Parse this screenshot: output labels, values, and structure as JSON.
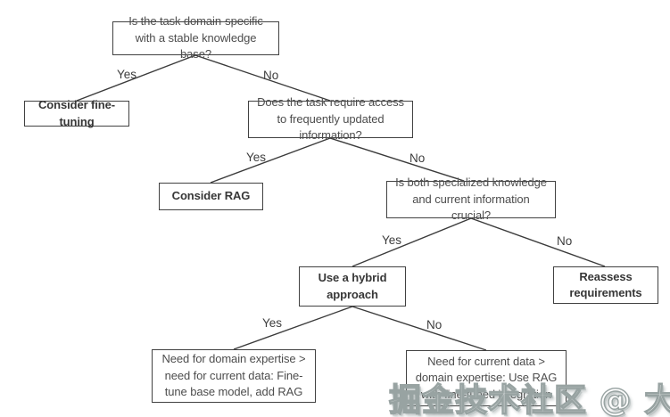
{
  "diagram": {
    "type": "decision-tree-flowchart",
    "nodes": [
      {
        "id": "q1",
        "kind": "question",
        "text": "Is the task domain-specific with a stable knowledge base?"
      },
      {
        "id": "fine_tuning",
        "kind": "action",
        "text": "Consider fine-tuning"
      },
      {
        "id": "q2",
        "kind": "question",
        "text": "Does the task require access to frequently updated information?"
      },
      {
        "id": "rag",
        "kind": "action",
        "text": "Consider RAG"
      },
      {
        "id": "q3",
        "kind": "question",
        "text": "Is both specialized knowledge and current information crucial?"
      },
      {
        "id": "hybrid",
        "kind": "action",
        "text": "Use a hybrid approach"
      },
      {
        "id": "reassess",
        "kind": "action",
        "text": "Reassess requirements"
      },
      {
        "id": "hybrid_fine_tune",
        "kind": "detail",
        "text": "Need for domain expertise > need for current data: Fine-tune base model, add RAG"
      },
      {
        "id": "hybrid_rag",
        "kind": "detail",
        "text": "Need for current data > domain expertise: Use RAG with fine-tuned integration"
      }
    ],
    "edges": [
      {
        "from": "q1",
        "to": "fine_tuning",
        "label": "Yes"
      },
      {
        "from": "q1",
        "to": "q2",
        "label": "No"
      },
      {
        "from": "q2",
        "to": "rag",
        "label": "Yes"
      },
      {
        "from": "q2",
        "to": "q3",
        "label": "No"
      },
      {
        "from": "q3",
        "to": "hybrid",
        "label": "Yes"
      },
      {
        "from": "q3",
        "to": "reassess",
        "label": "No"
      },
      {
        "from": "hybrid",
        "to": "hybrid_fine_tune",
        "label": "Yes"
      },
      {
        "from": "hybrid",
        "to": "hybrid_rag",
        "label": "No"
      }
    ],
    "watermark": "掘金技术社区 @ 大模型开发"
  },
  "colors": {
    "background": "#ffffff",
    "box_border": "#414141",
    "edge_line": "#3b3b3b",
    "question_text": "#4d4d4d",
    "action_text": "#373737",
    "watermark_outline": "#98a3a2"
  }
}
